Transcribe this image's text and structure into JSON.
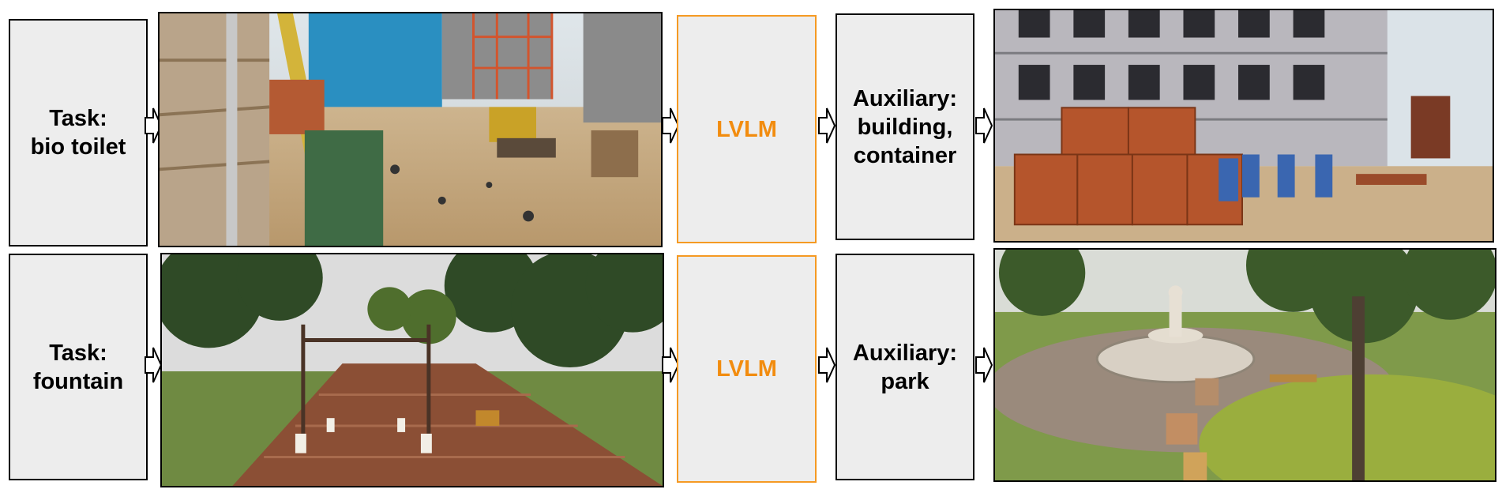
{
  "rows": [
    {
      "task_label": "Task:",
      "task_value": "bio toilet",
      "model_label": "LVLM",
      "aux_label": "Auxiliary:",
      "aux_line1": "building,",
      "aux_line2": "container",
      "input_image": "construction-site-scene",
      "output_image": "containers-and-toilets-scene"
    },
    {
      "task_label": "Task:",
      "task_value": "fountain",
      "model_label": "LVLM",
      "aux_label": "Auxiliary:",
      "aux_line1": "park",
      "aux_line2": "",
      "input_image": "park-boardwalk-scene",
      "output_image": "park-fountain-scene"
    }
  ],
  "colors": {
    "lvlm_border": "#f59a23",
    "lvlm_text": "#f28c0f",
    "box_fill": "#ededed",
    "box_border": "#000000"
  }
}
